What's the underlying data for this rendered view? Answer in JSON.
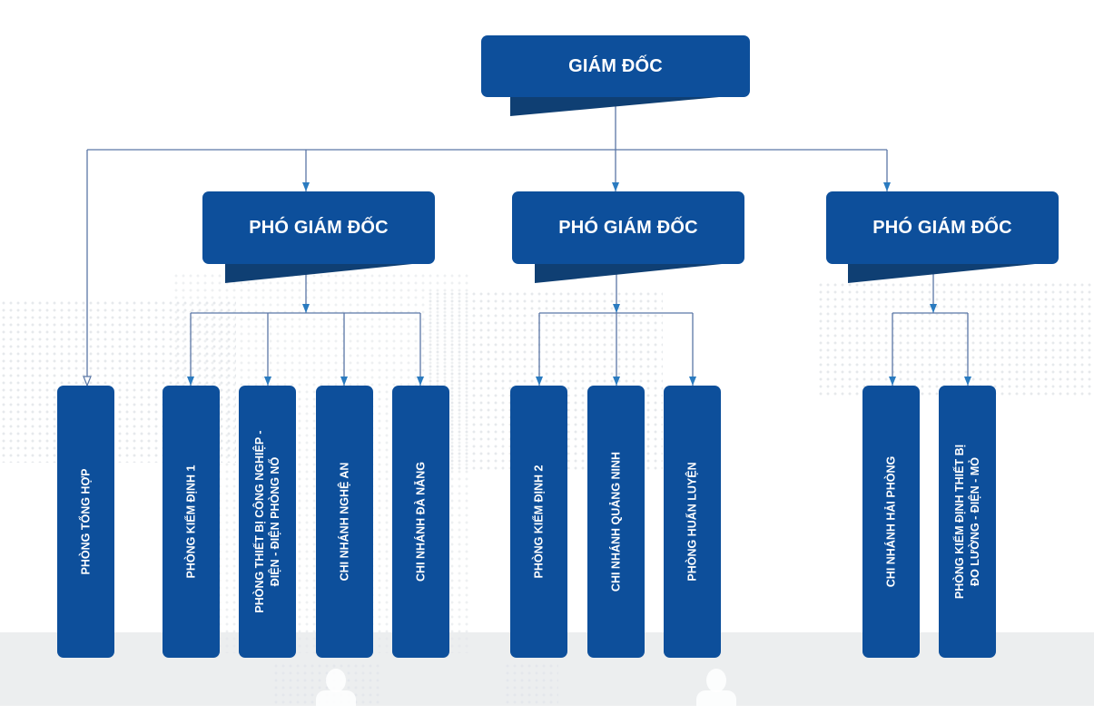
{
  "chart": {
    "root": {
      "label": "GIÁM ĐỐC",
      "direct_children": [
        {
          "label": "PHÒNG TỔNG HỢP"
        }
      ]
    },
    "deputies": [
      {
        "label": "PHÓ GIÁM ĐỐC",
        "children": [
          {
            "lines": [
              "PHÒNG KIỂM ĐỊNH 1"
            ]
          },
          {
            "lines": [
              "PHÒNG THIẾT BỊ CÔNG NGHIỆP -",
              "ĐIỆN - ĐIỆN PHÒNG NỔ"
            ]
          },
          {
            "lines": [
              "CHI NHÁNH NGHỆ AN"
            ]
          },
          {
            "lines": [
              "CHI NHÁNH ĐÀ NẴNG"
            ]
          }
        ]
      },
      {
        "label": "PHÓ GIÁM ĐỐC",
        "children": [
          {
            "lines": [
              "PHÒNG KIỂM ĐỊNH 2"
            ]
          },
          {
            "lines": [
              "CHI NHÁNH QUẢNG NINH"
            ]
          },
          {
            "lines": [
              "PHÒNG HUẤN LUYỆN"
            ]
          }
        ]
      },
      {
        "label": "PHÓ GIÁM ĐỐC",
        "children": [
          {
            "lines": [
              "CHI NHÁNH HẢI PHÒNG"
            ]
          },
          {
            "lines": [
              "PHÒNG KIỂM ĐỊNH THIẾT BỊ",
              "ĐO LƯỜNG - ĐIỆN - MỎ"
            ]
          }
        ]
      }
    ]
  },
  "colors": {
    "box": "#0d4f9b",
    "box_shadow_tab": "#0f3f73",
    "connector": "#5a77a6",
    "arrow": "#2a7bc0",
    "background_band": "#eceeef"
  }
}
